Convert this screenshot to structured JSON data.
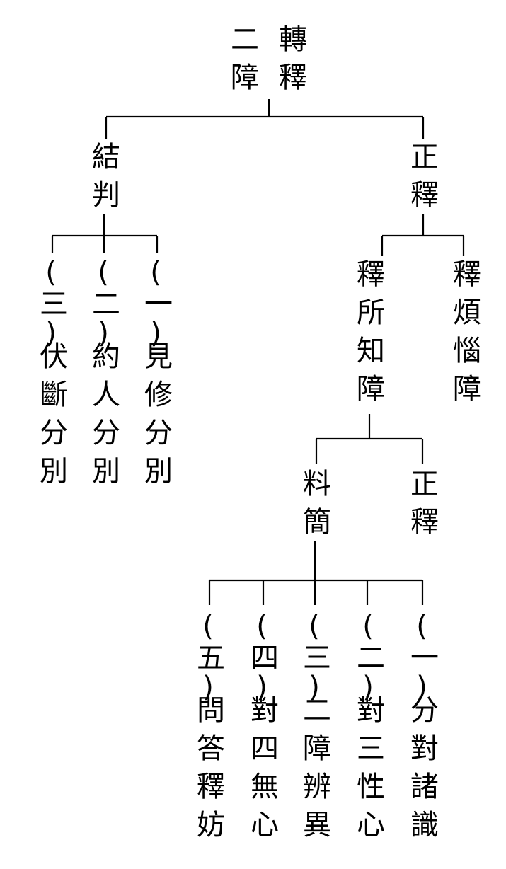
{
  "root": {
    "line1": "二障",
    "line2": "轉釋"
  },
  "conclusion": {
    "label": "結判",
    "items": [
      {
        "num": "(一)",
        "text": "見修分別"
      },
      {
        "num": "(二)",
        "text": "約人分別"
      },
      {
        "num": "(三)",
        "text": "伏斷分別"
      }
    ]
  },
  "main": {
    "label": "正釋",
    "kleshavarana": "釋煩惱障",
    "jneyavarana": {
      "label": "釋所知障",
      "zhengshi": "正釋",
      "liaojian": {
        "label": "料簡",
        "items": [
          {
            "num": "(一)",
            "text": "分對諸識"
          },
          {
            "num": "(二)",
            "text": "對三性心"
          },
          {
            "num": "(三)",
            "text": "二障辨異"
          },
          {
            "num": "(四)",
            "text": "對四無心"
          },
          {
            "num": "(五)",
            "text": "問答釋妨"
          }
        ]
      }
    }
  }
}
